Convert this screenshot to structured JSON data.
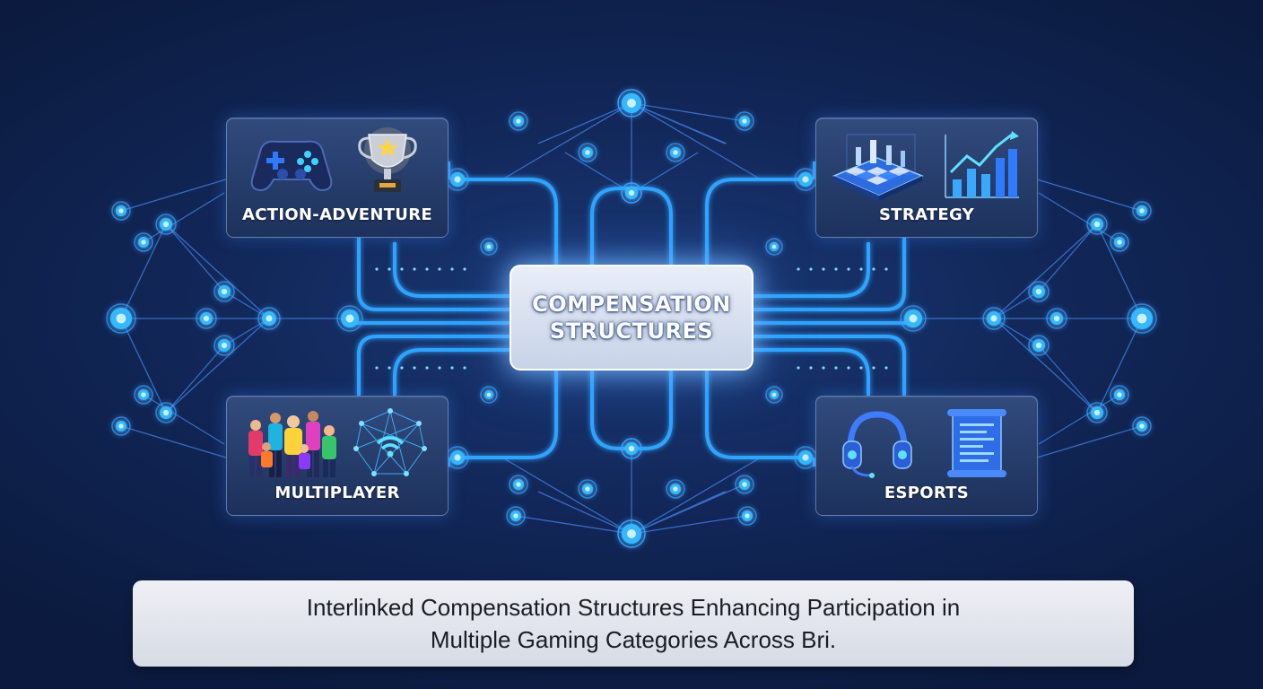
{
  "center": {
    "line1": "COMPENSATION",
    "line2": "STRUCTURES"
  },
  "categories": [
    {
      "label": "ACTION-ADVENTURE",
      "icons": [
        "gamepad-icon",
        "trophy-icon"
      ]
    },
    {
      "label": "STRATEGY",
      "icons": [
        "chessboard-icon",
        "bar-chart-icon"
      ]
    },
    {
      "label": "MULTIPLAYER",
      "icons": [
        "players-group-icon",
        "network-wifi-icon"
      ]
    },
    {
      "label": "ESPORTS",
      "icons": [
        "headset-icon",
        "scroll-icon"
      ]
    }
  ],
  "caption": {
    "line1": "Interlinked Compensation Structures Enhancing Participation in",
    "line2": "Multiple Gaming Categories Across Bri."
  },
  "colors": {
    "accent": "#29a8ff",
    "glow": "#5fd0ff",
    "background": "#0f2352",
    "card": "#2a4272"
  }
}
